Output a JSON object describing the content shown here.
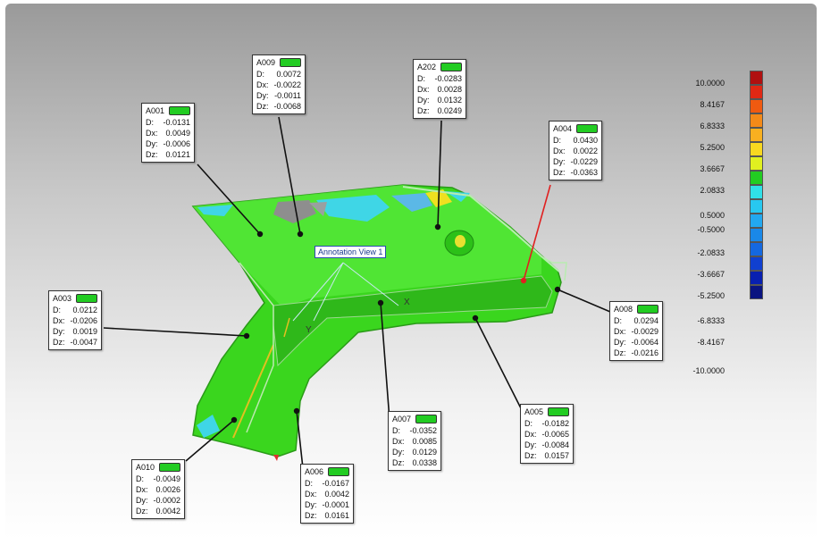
{
  "view_annotation": "Annotation View 1",
  "axis_labels": {
    "x": "X",
    "y": "Y"
  },
  "accent_color": "#22cc22",
  "labels": [
    {
      "id": "A001",
      "rows": [
        {
          "k": "D:",
          "v": "-0.0131"
        },
        {
          "k": "Dx:",
          "v": "0.0049"
        },
        {
          "k": "Dy:",
          "v": "-0.0006"
        },
        {
          "k": "Dz:",
          "v": "0.0121"
        }
      ]
    },
    {
      "id": "A009",
      "rows": [
        {
          "k": "D:",
          "v": "0.0072"
        },
        {
          "k": "Dx:",
          "v": "-0.0022"
        },
        {
          "k": "Dy:",
          "v": "-0.0011"
        },
        {
          "k": "Dz:",
          "v": "-0.0068"
        }
      ]
    },
    {
      "id": "A202",
      "rows": [
        {
          "k": "D:",
          "v": "-0.0283"
        },
        {
          "k": "Dx:",
          "v": "0.0028"
        },
        {
          "k": "Dy:",
          "v": "0.0132"
        },
        {
          "k": "Dz:",
          "v": "0.0249"
        }
      ]
    },
    {
      "id": "A004",
      "rows": [
        {
          "k": "D:",
          "v": "0.0430"
        },
        {
          "k": "Dx:",
          "v": "0.0022"
        },
        {
          "k": "Dy:",
          "v": "-0.0229"
        },
        {
          "k": "Dz:",
          "v": "-0.0363"
        }
      ]
    },
    {
      "id": "A003",
      "rows": [
        {
          "k": "D:",
          "v": "0.0212"
        },
        {
          "k": "Dx:",
          "v": "-0.0206"
        },
        {
          "k": "Dy:",
          "v": "0.0019"
        },
        {
          "k": "Dz:",
          "v": "-0.0047"
        }
      ]
    },
    {
      "id": "A008",
      "rows": [
        {
          "k": "D:",
          "v": "0.0294"
        },
        {
          "k": "Dx:",
          "v": "-0.0029"
        },
        {
          "k": "Dy:",
          "v": "-0.0064"
        },
        {
          "k": "Dz:",
          "v": "-0.0216"
        }
      ]
    },
    {
      "id": "A007",
      "rows": [
        {
          "k": "D:",
          "v": "-0.0352"
        },
        {
          "k": "Dx:",
          "v": "0.0085"
        },
        {
          "k": "Dy:",
          "v": "0.0129"
        },
        {
          "k": "Dz:",
          "v": "0.0338"
        }
      ]
    },
    {
      "id": "A005",
      "rows": [
        {
          "k": "D:",
          "v": "-0.0182"
        },
        {
          "k": "Dx:",
          "v": "-0.0065"
        },
        {
          "k": "Dy:",
          "v": "-0.0084"
        },
        {
          "k": "Dz:",
          "v": "0.0157"
        }
      ]
    },
    {
      "id": "A010",
      "rows": [
        {
          "k": "D:",
          "v": "-0.0049"
        },
        {
          "k": "Dx:",
          "v": "0.0026"
        },
        {
          "k": "Dy:",
          "v": "-0.0002"
        },
        {
          "k": "Dz:",
          "v": "0.0042"
        }
      ]
    },
    {
      "id": "A006",
      "rows": [
        {
          "k": "D:",
          "v": "-0.0167"
        },
        {
          "k": "Dx:",
          "v": "0.0042"
        },
        {
          "k": "Dy:",
          "v": "-0.0001"
        },
        {
          "k": "Dz:",
          "v": "0.0161"
        }
      ]
    }
  ],
  "legend": {
    "colors": [
      "#b01010",
      "#e02814",
      "#f05a10",
      "#f48a18",
      "#f8b020",
      "#f8d820",
      "#e0f020",
      "#22cc22",
      "#30e0e8",
      "#28c8f0",
      "#22a8f0",
      "#1a88e8",
      "#1468e0",
      "#1040d0",
      "#0820b0",
      "#0a1480"
    ],
    "ticks": [
      "10.0000",
      "8.4167",
      "6.8333",
      "5.2500",
      "3.6667",
      "2.0833",
      "0.5000",
      "-0.5000",
      "-2.0833",
      "-3.6667",
      "-5.2500",
      "-6.8333",
      "-8.4167",
      "-10.0000"
    ]
  }
}
